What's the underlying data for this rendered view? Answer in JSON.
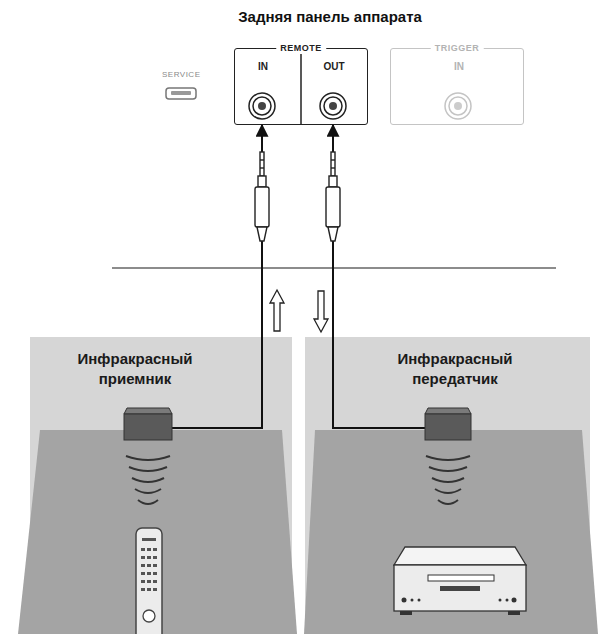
{
  "diagram": {
    "title": "Задняя панель аппарата",
    "nodes": [
      {
        "text": [
          "REMOTE",
          "IN",
          "OUT"
        ]
      },
      {
        "text": [
          "TRIGGER",
          "IN"
        ]
      },
      {
        "text": [
          "Инфракрасный приемник"
        ]
      },
      {
        "text": [
          "Инфракрасный передатчик"
        ]
      }
    ],
    "edges": [
      {
        "from": 2,
        "to": 0,
        "arrow": "to"
      },
      {
        "from": 3,
        "to": 0,
        "arrow": "to"
      }
    ],
    "labels": [
      "SERVICE"
    ]
  }
}
